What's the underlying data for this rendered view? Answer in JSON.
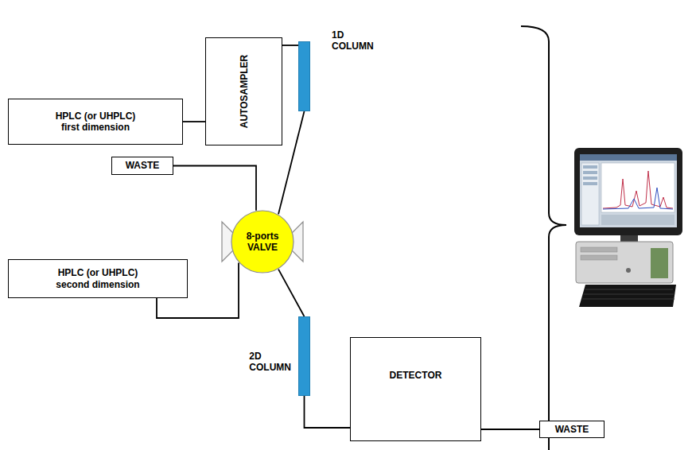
{
  "diagram": {
    "nodes": [
      {
        "text": [
          "HPLC (or UHPLC) first dimension"
        ]
      },
      {
        "text": [
          "AUTOSAMPLER"
        ]
      },
      {
        "text": [
          "1D COLUMN"
        ]
      },
      {
        "text": [
          "WASTE"
        ]
      },
      {
        "text": [
          "8-ports VALVE"
        ]
      },
      {
        "text": [
          "HPLC (or UHPLC) second dimension"
        ]
      },
      {
        "text": [
          "2D COLUMN"
        ]
      },
      {
        "text": [
          "DETECTOR"
        ]
      },
      {
        "text": [
          "WASTE"
        ]
      }
    ],
    "edges": [
      {
        "from": 0,
        "to": 1,
        "arrow": "none"
      },
      {
        "from": 1,
        "to": 2,
        "arrow": "none"
      },
      {
        "from": 2,
        "to": 4,
        "arrow": "none"
      },
      {
        "from": 3,
        "to": 4,
        "arrow": "none"
      },
      {
        "from": 5,
        "to": 4,
        "arrow": "none"
      },
      {
        "from": 4,
        "to": 6,
        "arrow": "none"
      },
      {
        "from": 6,
        "to": 7,
        "arrow": "none"
      },
      {
        "from": 7,
        "to": 8,
        "arrow": "none"
      }
    ]
  }
}
